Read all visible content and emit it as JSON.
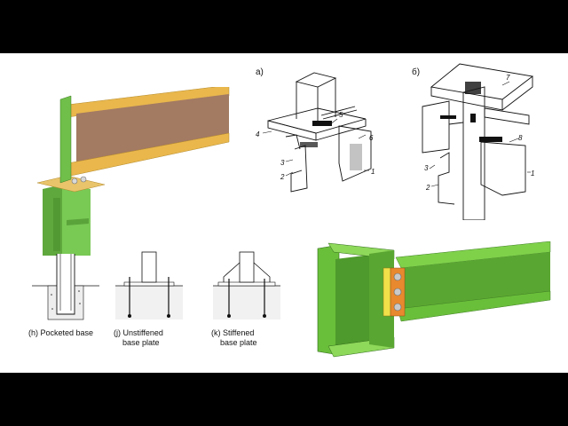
{
  "video_frame": {
    "letterbox_color": "#000000",
    "content_background": "#ffffff"
  },
  "figure_1": {
    "name": "beam-on-column-3d",
    "colors": {
      "beam_top": "#e9b74c",
      "beam_web": "#a37a62",
      "column": "#6fbf4a"
    }
  },
  "figure_2": {
    "panel_a_label": "а)",
    "panel_b_label": "б)",
    "callouts_a": [
      "1",
      "2",
      "3",
      "4",
      "5",
      "6"
    ],
    "callouts_b": [
      "1",
      "2",
      "3",
      "7",
      "8"
    ]
  },
  "figure_3": {
    "captions": [
      {
        "key": "h",
        "line1": "(h) Pocketed base",
        "line2": ""
      },
      {
        "key": "j",
        "line1": "(j) Unstiffened",
        "line2": "base plate"
      },
      {
        "key": "k",
        "line1": "(k) Stiffened",
        "line2": "base plate"
      }
    ]
  },
  "figure_4": {
    "name": "i-beam-connection-3d",
    "colors": {
      "steel": "#6abf3a",
      "plate": "#e8892f",
      "bolt": "#c9c9c9"
    }
  }
}
